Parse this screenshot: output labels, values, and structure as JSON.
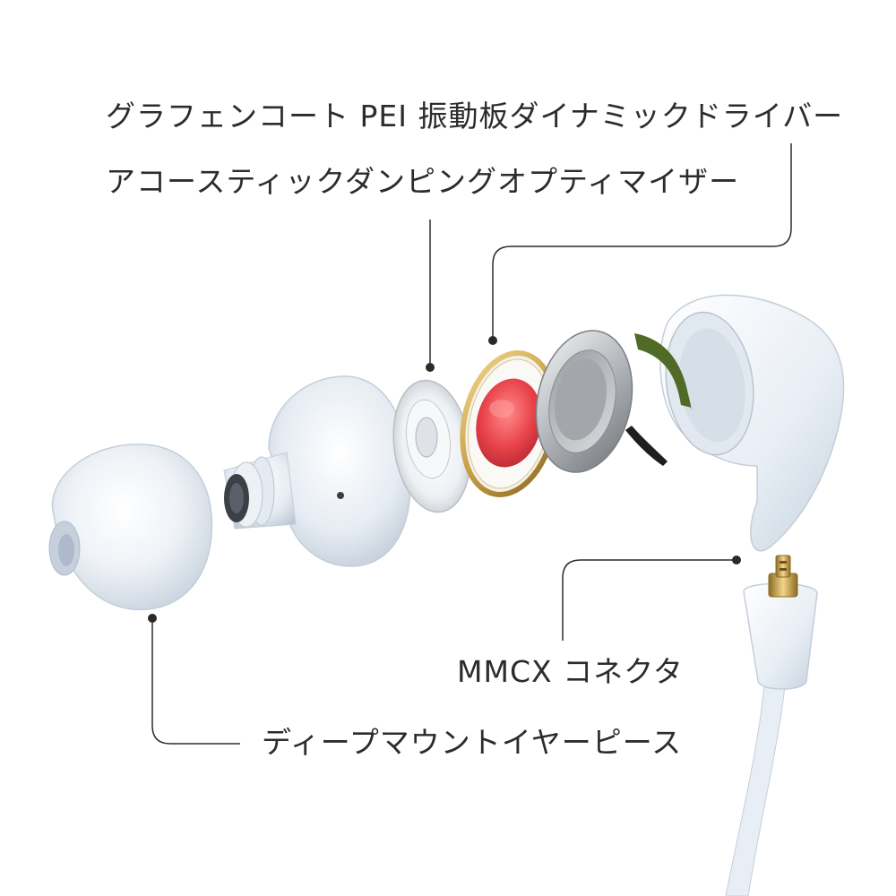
{
  "callouts": {
    "driver": "グラフェンコート PEI 振動板ダイナミックドライバー",
    "optimizer": "アコースティックダンピングオプティマイザー",
    "connector": "MMCX コネクタ",
    "eartip": "ディープマウントイヤーピース"
  },
  "colors": {
    "background": "#ffffff",
    "text": "#2c2c2c",
    "leader_line": "#2a2a2a",
    "body_white": "#e8eef5",
    "diaphragm_red": "#e8424a",
    "ring_gold": "#c9a24a",
    "cover_metal": "#b8bcc0",
    "foam_green": "#4f6b25"
  }
}
